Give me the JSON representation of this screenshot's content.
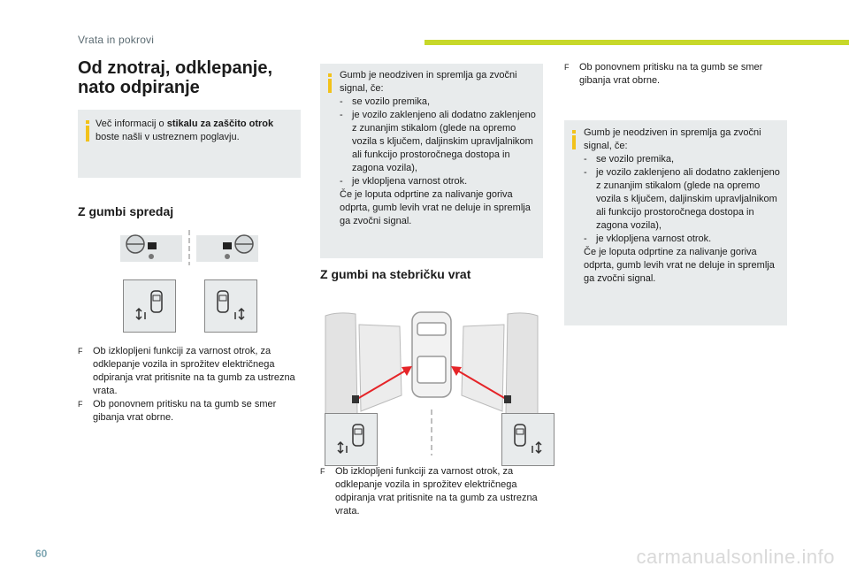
{
  "header": {
    "section": "Vrata in pokrovi"
  },
  "title": {
    "line1": "Od znotraj, odklepanje,",
    "line2": "nato odpiranje"
  },
  "info_left": {
    "pre": "Več informacij o ",
    "bold": "stikalu za zaščito otrok",
    "post": " boste našli v ustreznem poglavju."
  },
  "front": {
    "title": "Z gumbi spredaj",
    "bullets": [
      "Ob izklopljeni funkciji za varnost otrok, za odklepanje vozila in sprožitev električnega odpiranja vrat pritisnite na ta gumb za ustrezna vrata.",
      "Ob ponovnem pritisku na ta gumb se smer gibanja vrat obrne."
    ]
  },
  "info_middle": {
    "intro": "Gumb je neodziven in spremlja ga zvočni signal, če:",
    "items": [
      "se vozilo premika,",
      "je vozilo zaklenjeno ali dodatno zaklenjeno z zunanjim stikalom (glede na opremo vozila s ključem, daljinskim upravljalnikom ali funkcijo prostoročnega dostopa in zagona vozila),",
      "je vklopljena varnost otrok."
    ],
    "outro": "Če je loputa odprtine za nalivanje goriva odprta, gumb levih vrat ne deluje in spremlja ga zvočni signal."
  },
  "pillar": {
    "title": "Z gumbi na stebričku vrat",
    "bullets": [
      "Ob izklopljeni funkciji za varnost otrok, za odklepanje vozila in sprožitev električnega odpiranja vrat pritisnite na ta gumb za ustrezna vrata."
    ]
  },
  "right_bullets": [
    "Ob ponovnem pritisku na ta gumb se smer gibanja vrat obrne."
  ],
  "info_right": {
    "intro": "Gumb je neodziven in spremlja ga zvočni signal, če:",
    "items": [
      "se vozilo premika,",
      "je vozilo zaklenjeno ali dodatno zaklenjeno z zunanjim stikalom (glede na opremo vozila s ključem, daljinskim upravljalnikom ali funkcijo prostoročnega dostopa in zagona vozila),",
      "je vklopljena varnost otrok."
    ],
    "outro": "Če je loputa odprtine za nalivanje goriva odprta, gumb levih vrat ne deluje in spremlja ga zvočni signal."
  },
  "bullet_marker": "F",
  "dash_marker": "-",
  "page_number": "60",
  "footer": "carmanualsonline.info",
  "colors": {
    "accent": "#c7d82a",
    "info_icon": "#f2c21b",
    "box_bg": "#e8ebec",
    "arrow": "#e52428"
  }
}
